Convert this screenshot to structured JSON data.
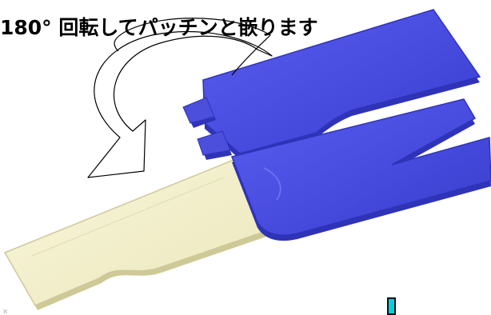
{
  "caption": "180° 回転してパッチンと嵌ります",
  "icons": {
    "rotation_arrow": "curved-rotation-arrow",
    "cursor": "text-cursor-marker"
  },
  "colors": {
    "blue_part": "#4b4fdc",
    "blue_part_dark": "#2f33b8",
    "cream_part": "#f4f1cc",
    "cream_part_edge": "#d9d4a2",
    "cursor": "#00d0e0"
  }
}
